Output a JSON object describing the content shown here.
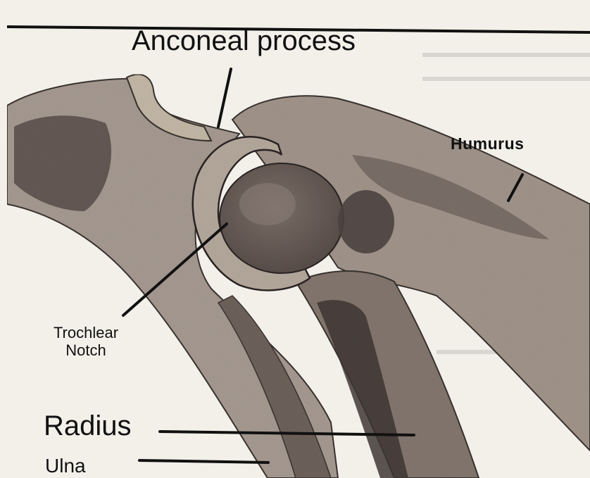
{
  "labels": {
    "anconeal_process": "Anconeal process",
    "humurus": "Humurus",
    "trochlear_notch_line1": "Trochlear",
    "trochlear_notch_line2": "Notch",
    "radius": "Radius",
    "ulna": "Ulna"
  },
  "colors": {
    "page": "#f3f0ea",
    "bone_light": "#a89c93",
    "bone_mid": "#857870",
    "bone_dark": "#4f4541",
    "ink": "#111111"
  }
}
